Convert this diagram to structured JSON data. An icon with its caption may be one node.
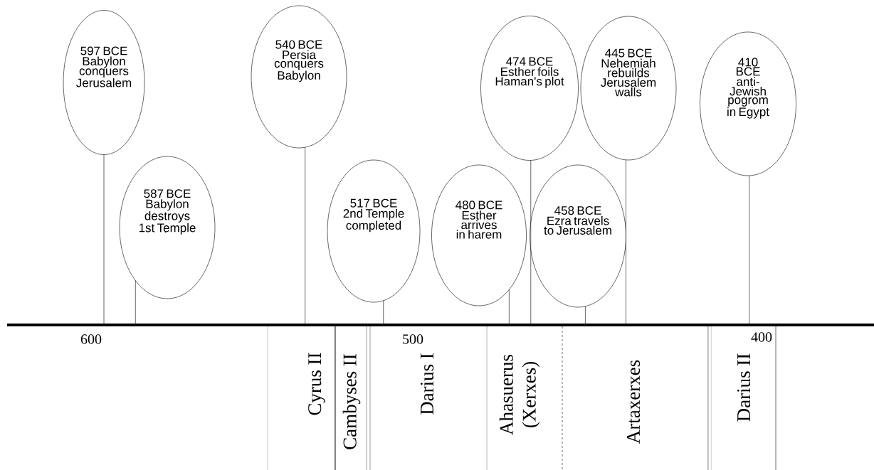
{
  "diagram": {
    "nodes": [
      {
        "text": [
          "597 BCE",
          "Babylon conquers Jerusalem"
        ]
      },
      {
        "text": [
          "587 BCE",
          "Babylon destroys 1st Temple"
        ]
      },
      {
        "text": [
          "540 BCE",
          "Persia conquers Babylon"
        ]
      },
      {
        "text": [
          "517 BCE",
          "2nd Temple completed"
        ]
      },
      {
        "text": [
          "480 BCE",
          "Esther arrives in harem"
        ]
      },
      {
        "text": [
          "474 BCE",
          "Esther foils Haman's plot"
        ]
      },
      {
        "text": [
          "458 BCE",
          "Ezra travels to Jerusalem"
        ]
      },
      {
        "text": [
          "445 BCE",
          "Nehemiah rebuilds Jerusalem walls"
        ]
      },
      {
        "text": [
          "410 BCE",
          "anti-Jewish pogrom in Egypt"
        ]
      }
    ],
    "edges": [
      {
        "from": 0,
        "to": null,
        "arrow": "none"
      },
      {
        "from": 1,
        "to": null,
        "arrow": "none"
      },
      {
        "from": 2,
        "to": null,
        "arrow": "none"
      },
      {
        "from": 3,
        "to": null,
        "arrow": "none"
      },
      {
        "from": 4,
        "to": null,
        "arrow": "none"
      },
      {
        "from": 5,
        "to": null,
        "arrow": "none"
      },
      {
        "from": 6,
        "to": null,
        "arrow": "none"
      },
      {
        "from": 7,
        "to": null,
        "arrow": "none"
      },
      {
        "from": 8,
        "to": null,
        "arrow": "none"
      }
    ],
    "labels": [
      "600",
      "500",
      "400",
      "Cyrus II",
      "Cambyses II",
      "Darius I",
      "Ahasuerus (Xerxes)",
      "Artaxerxes",
      "Darius II"
    ]
  }
}
